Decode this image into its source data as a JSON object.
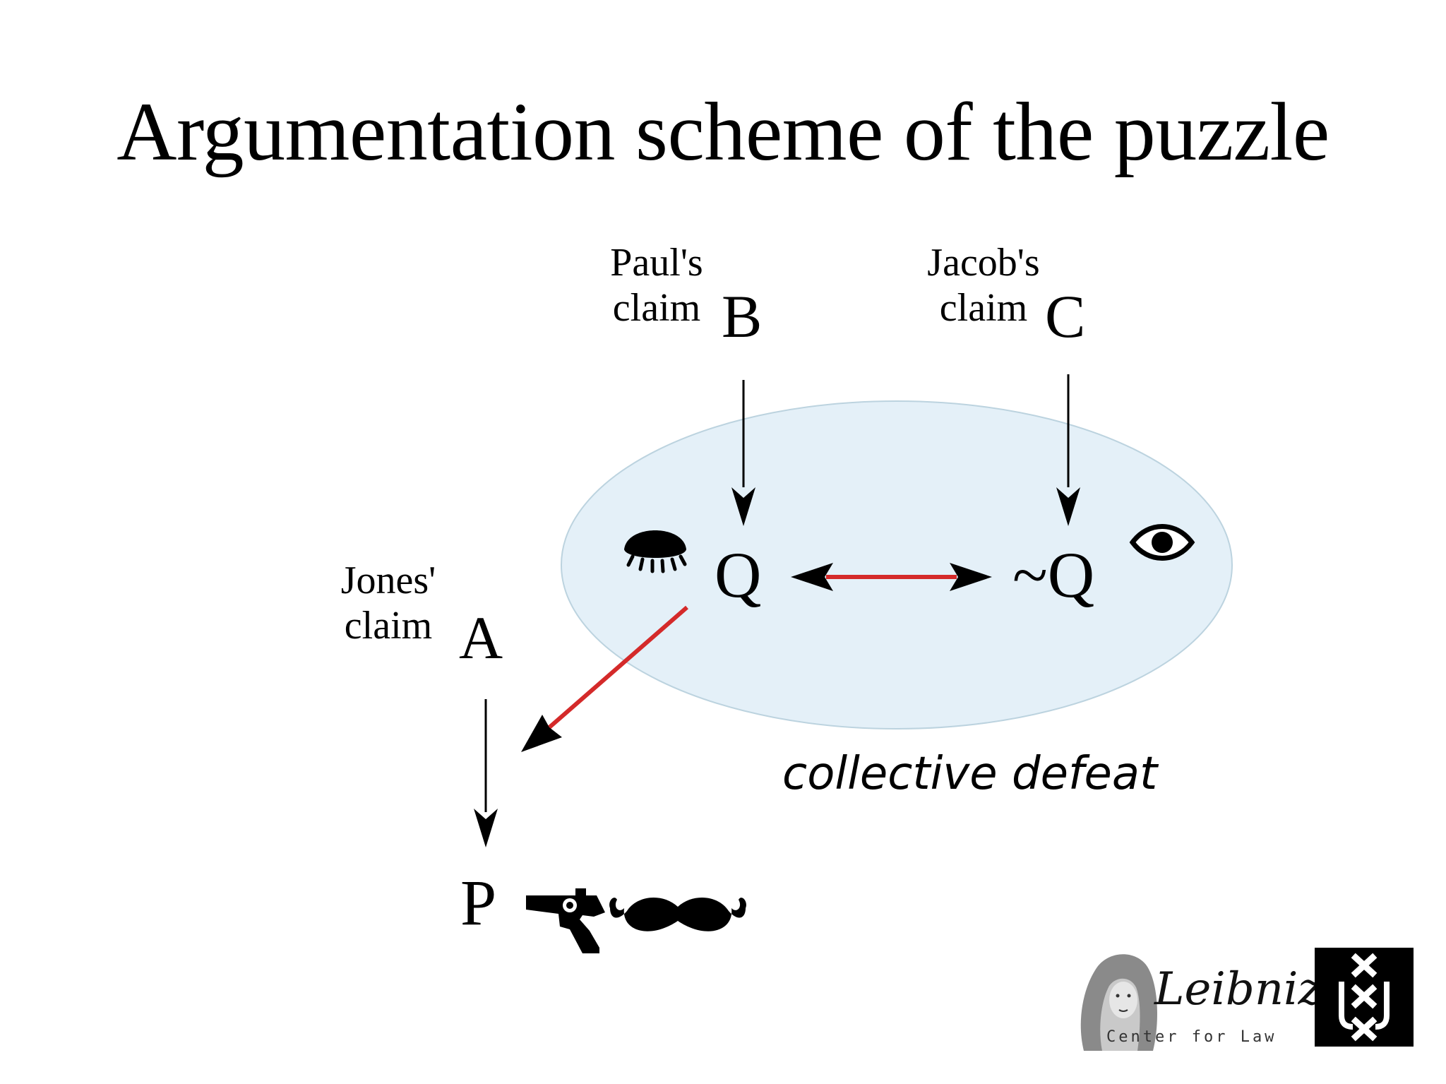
{
  "title": "Argumentation scheme of the puzzle",
  "claims": {
    "paul": {
      "line1": "Paul's",
      "line2": "claim",
      "node": "B"
    },
    "jacob": {
      "line1": "Jacob's",
      "line2": "claim",
      "node": "C"
    },
    "jones": {
      "line1": "Jones'",
      "line2": "claim",
      "node": "A"
    }
  },
  "nodes": {
    "q": "Q",
    "not_q": "~Q",
    "p": "P"
  },
  "caption": "collective defeat",
  "logos": {
    "leibniz_script": "Leibniz",
    "leibniz_sub": "Center for Law"
  },
  "colors": {
    "ellipse_fill": "#e4f0f8",
    "attack_arrow": "#d42a2a",
    "support_arrow": "#000000"
  },
  "icons": [
    "closed-eye-icon",
    "open-eye-icon",
    "revolver-icon",
    "mustache-icon",
    "leibniz-portrait-icon",
    "uva-logo-icon"
  ]
}
